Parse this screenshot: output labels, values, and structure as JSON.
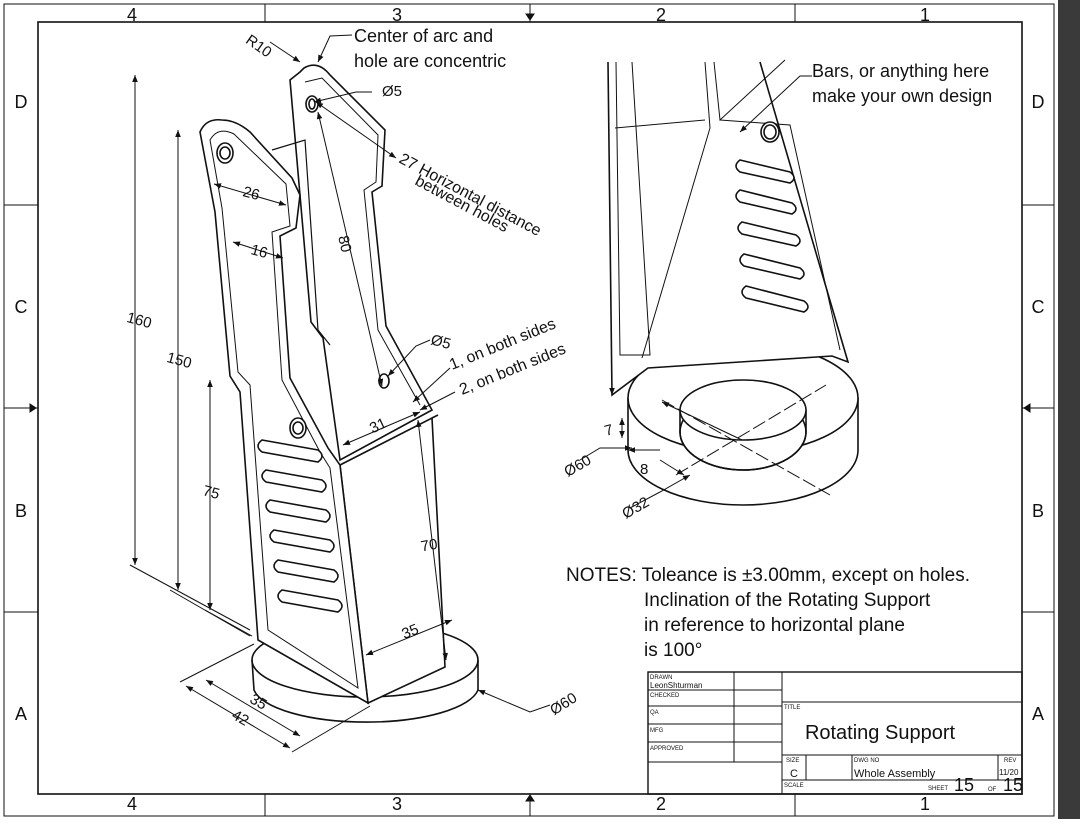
{
  "border": {
    "columns_top": [
      "4",
      "3",
      "2",
      "1"
    ],
    "columns_bottom": [
      "4",
      "3",
      "2",
      "1"
    ],
    "rows_left": [
      "D",
      "C",
      "B",
      "A"
    ],
    "rows_right": [
      "D",
      "C",
      "B",
      "A"
    ]
  },
  "left_view": {
    "dimensions": {
      "r10": "R10",
      "dia5_top": "Ø5",
      "d26": "26",
      "d16": "16",
      "d27": "27",
      "d80": "80",
      "dia5_mid": "Ø5",
      "d160": "160",
      "d150": "150",
      "d75": "75",
      "d31": "31",
      "d70": "70",
      "d35_front": "35",
      "d35_base": "35",
      "d42": "42",
      "dia60": "Ø60"
    },
    "callouts": {
      "concentric_line1": "Center of arc and",
      "concentric_line2": "hole are concentric",
      "horizontal_line1": "27 Horizontal distance",
      "horizontal_line2": "between holes",
      "both_sides_1": "1, on both sides",
      "both_sides_2": "2, on both sides"
    }
  },
  "right_view": {
    "callout_line1": "Bars, or anything here",
    "callout_line2": "make your own design",
    "dimensions": {
      "d7": "7",
      "d8": "8",
      "dia60": "Ø60",
      "dia32": "Ø32"
    }
  },
  "notes": {
    "line1": "NOTES: Toleance is ±3.00mm, except on holes.",
    "line2": "Inclination of the Rotating Support",
    "line3": "in reference  to horizontal plane",
    "line4": "is 100°"
  },
  "title_block": {
    "drawn_label": "DRAWN",
    "drawn_by": "LeonShturman",
    "checked_label": "CHECKED",
    "qa_label": "QA",
    "mfg_label": "MFG",
    "approved_label": "APPROVED",
    "title_label": "TITLE",
    "title": "Rotating Support",
    "size_label": "SIZE",
    "size": "C",
    "dwg_no_label": "DWG NO",
    "dwg_no": "Whole Assembly",
    "rev_label": "REV",
    "rev": "11/20",
    "scale_label": "SCALE",
    "sheet_label": "SHEET",
    "sheet": "15",
    "of_label": "OF",
    "of": "15"
  }
}
